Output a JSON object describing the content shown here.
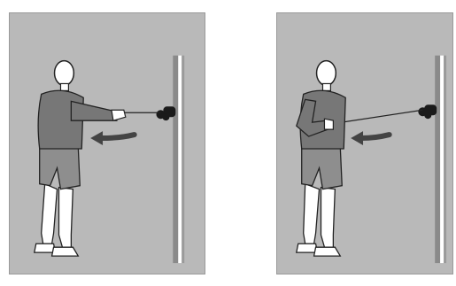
{
  "figure": {
    "panels": [
      {
        "phase": "start-position",
        "arms": "extended-forward",
        "pull_direction": "toward-body",
        "arrow_icon": "curved-arrow-left-icon"
      },
      {
        "phase": "end-position",
        "arms": "pulled-to-chest",
        "pull_direction": "toward-body",
        "arrow_icon": "curved-arrow-left-icon"
      }
    ],
    "colors": {
      "background": "#b9b9b9",
      "shirt": "#777777",
      "shorts": "#8e8e8e",
      "skin": "#ffffff",
      "outline": "#222222",
      "pole": "#8a8a8a",
      "pole_highlight": "#ffffff",
      "handle": "#1a1a1a",
      "arrow": "#444444"
    }
  }
}
